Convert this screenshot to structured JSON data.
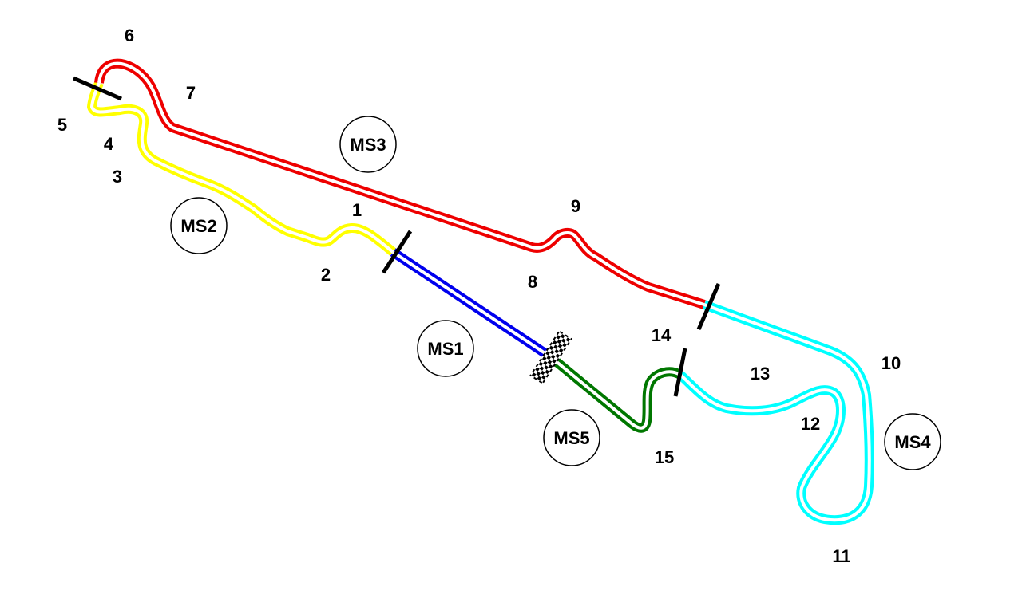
{
  "sectors": [
    {
      "id": "MS1",
      "label": "MS1",
      "color": "#0000ee"
    },
    {
      "id": "MS2",
      "label": "MS2",
      "color": "#ffff00"
    },
    {
      "id": "MS3",
      "label": "MS3",
      "color": "#ee0000"
    },
    {
      "id": "MS4",
      "label": "MS4",
      "color": "#00ffff"
    },
    {
      "id": "MS5",
      "label": "MS5",
      "color": "#007700"
    }
  ],
  "corners": [
    "1",
    "2",
    "3",
    "4",
    "5",
    "6",
    "7",
    "8",
    "9",
    "10",
    "11",
    "12",
    "13",
    "14",
    "15"
  ]
}
